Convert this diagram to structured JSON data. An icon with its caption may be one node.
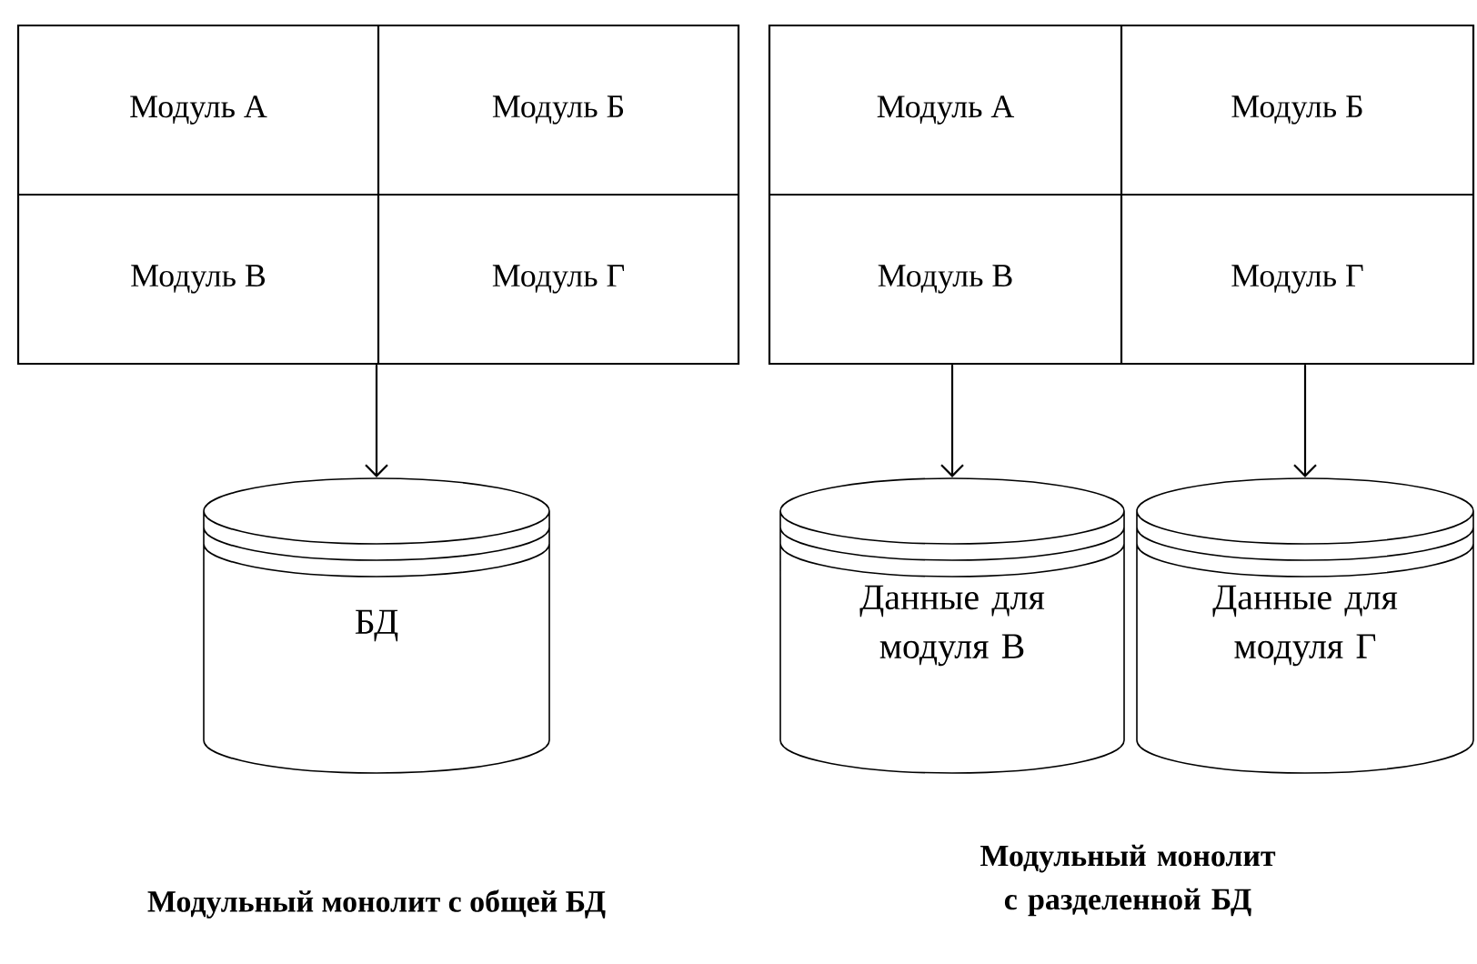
{
  "diagram": {
    "nodes": [
      {
        "text": [],
        "shape": "box"
      },
      {
        "text": [
          "Модуль А"
        ],
        "in": 0
      },
      {
        "text": [
          "Модуль Б"
        ],
        "in": 0
      },
      {
        "text": [
          "Модуль В"
        ],
        "in": 0
      },
      {
        "text": [
          "Модуль Г"
        ],
        "in": 0
      },
      {
        "text": [
          "БД"
        ]
      },
      {
        "text": [],
        "shape": "box"
      },
      {
        "text": [
          "Модуль А"
        ],
        "in": 6
      },
      {
        "text": [
          "Модуль Б"
        ],
        "in": 6
      },
      {
        "text": [
          "Модуль В"
        ],
        "in": 6
      },
      {
        "text": [
          "Модуль Г"
        ],
        "in": 6
      },
      {
        "text": [
          "Данные для модуля В"
        ]
      },
      {
        "text": [
          "Данные для модуля Г"
        ]
      }
    ],
    "edges": [
      {
        "from": 0,
        "to": 5,
        "arrow": "to"
      },
      {
        "from": 9,
        "to": 11,
        "arrow": "to"
      },
      {
        "from": 10,
        "to": 12,
        "arrow": "to"
      }
    ],
    "labels": [
      "Модульный монолит с общей БД",
      "Модульный монолит с разделенной БД"
    ]
  }
}
